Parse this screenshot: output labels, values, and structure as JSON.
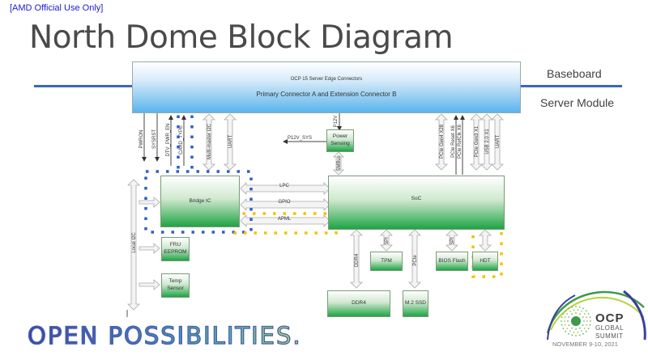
{
  "classification": "[AMD Official Use Only]",
  "title": "North Dome Block Diagram",
  "side_labels": {
    "top": "Baseboard",
    "bottom": "Server Module"
  },
  "connector": {
    "line1": "OCP 15 Server Edge Connectors",
    "line2": "Primary Connector A and Extension Connector B"
  },
  "blocks": {
    "power_sensing": "Power Sensing",
    "bridge_ic": "Bridge IC",
    "soc": "SoC",
    "fru_eeprom": "FRU EEPROM",
    "temp_sensor": "Temp Sensor",
    "tpm": "TPM",
    "bios_flash": "BIOS Flash",
    "hdt": "HDT",
    "ddr4": "DDR4",
    "m2_ssd": "M.2 SSD"
  },
  "signals": {
    "pwron": "PWRON",
    "sysrst": "SYSRST",
    "dtv_pwr_en": "DTV_PWR_EN",
    "card_type": "CARD_TYPE",
    "multi_master_i2c": "Multi-master I2C",
    "uart_left": "UART",
    "p12v": "P12V",
    "p12v_sys": "P12V_SYS",
    "smbus": "SMBus",
    "pcie_gen4_x28": "PCIe Gen4 X28",
    "pcie_reset_x6": "PCIe Reset X6",
    "pcie_refclk_x6": "PCIe RefClk X6",
    "pcie_gen3_x1": "PCIe Gen3 X1",
    "usb_x1": "USB 2.0 X1",
    "uart_right": "UART",
    "lpc": "LPC",
    "gpio": "GPIO",
    "apml": "APML",
    "local_i2c": "Local I2C",
    "ddr4_bus": "DDR4",
    "pcie_bus": "PCIe",
    "spi_tpm": "SPI",
    "spi_bios": "SPI"
  },
  "footer": {
    "tagline": "OPEN POSSIBILITIES.",
    "ocp_logo": "OCP",
    "ocp_line1": "GLOBAL",
    "ocp_line2": "SUMMIT",
    "event_date": "NOVEMBER 9-10, 2021"
  },
  "colors": {
    "connector_blue": "#5ab4ec",
    "block_green": "#1fa444",
    "separator_blue": "#3a66c4",
    "dotted_blue": "#2e5fc2",
    "dotted_yellow": "#f5c000",
    "classification_text": "#1a1acc"
  }
}
